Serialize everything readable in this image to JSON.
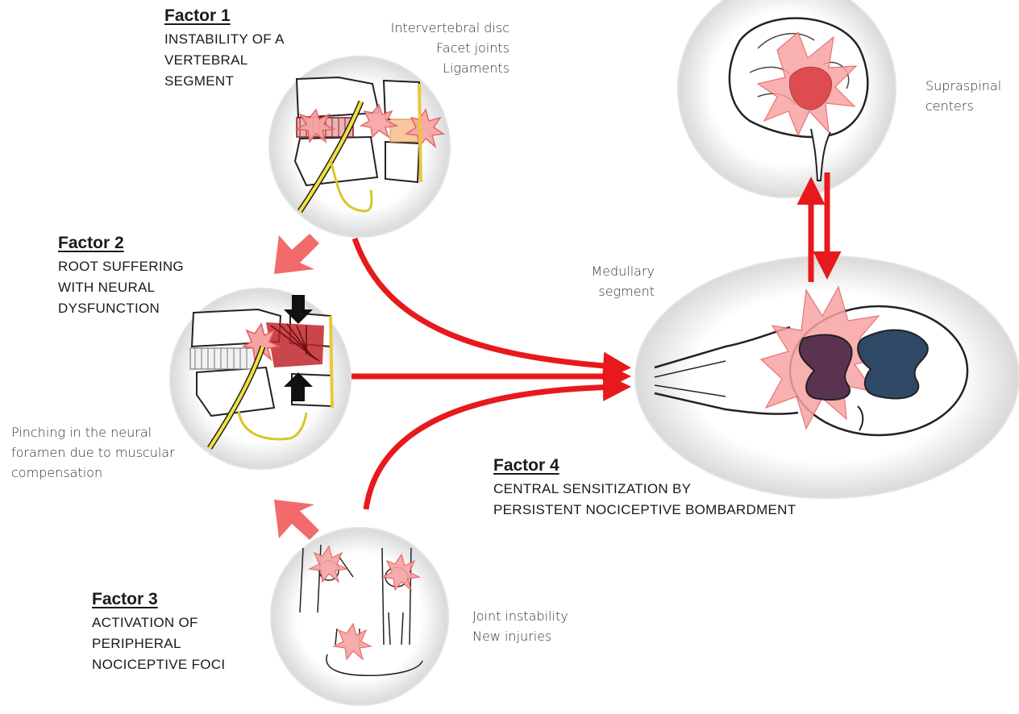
{
  "factors": {
    "f1": {
      "title": "Factor 1",
      "lines": [
        "INSTABILITY OF A",
        "VERTEBRAL",
        "SEGMENT"
      ]
    },
    "f2": {
      "title": "Factor 2",
      "lines": [
        "ROOT SUFFERING",
        "WITH NEURAL",
        "DYSFUNCTION"
      ]
    },
    "f3": {
      "title": "Factor 3",
      "lines": [
        "ACTIVATION OF",
        "PERIPHERAL",
        "NOCICEPTIVE FOCI"
      ]
    },
    "f4": {
      "title": "Factor 4",
      "lines": [
        "CENTRAL SENSITIZATION BY",
        "PERSISTENT NOCICEPTIVE BOMBARDMENT"
      ]
    }
  },
  "annotations": {
    "f1_structures": [
      "Intervertebral disc",
      "Facet joints",
      "Ligaments"
    ],
    "f2_note": [
      "Pinching in the neural",
      "foramen due to muscular",
      "compensation"
    ],
    "f3_note": [
      "Joint instability",
      "New injuries"
    ],
    "medullary": [
      "Medullary",
      "segment"
    ],
    "supraspinal": [
      "Supraspinal",
      "centers"
    ]
  },
  "colors": {
    "arrow_red": "#e8191c",
    "arrow_salmon": "#f26b6b",
    "pain_fill": "#f7a3a3",
    "nerve_yellow": "#f2e23c",
    "grey_matter_purple": "#5a3350",
    "grey_matter_blue": "#2f4866"
  }
}
